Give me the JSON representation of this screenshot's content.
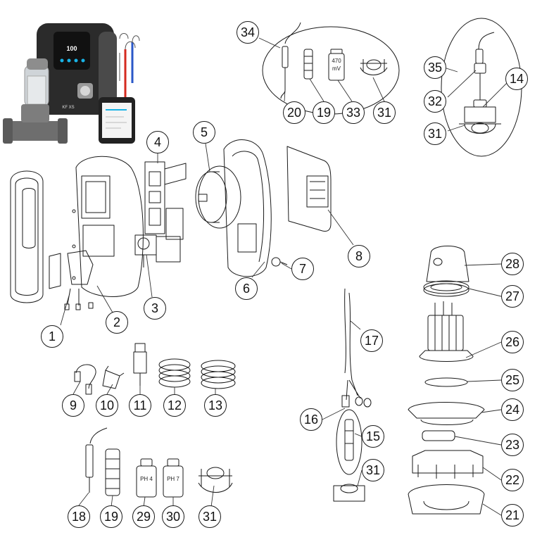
{
  "diagram": {
    "callouts": [
      {
        "id": "c34",
        "num": "34"
      },
      {
        "id": "c35",
        "num": "35"
      },
      {
        "id": "c14",
        "num": "14"
      },
      {
        "id": "c32",
        "num": "32"
      },
      {
        "id": "c31a",
        "num": "31"
      },
      {
        "id": "c20",
        "num": "20"
      },
      {
        "id": "c19a",
        "num": "19"
      },
      {
        "id": "c33",
        "num": "33"
      },
      {
        "id": "c31b",
        "num": "31"
      },
      {
        "id": "c4",
        "num": "4"
      },
      {
        "id": "c5",
        "num": "5"
      },
      {
        "id": "c8",
        "num": "8"
      },
      {
        "id": "c7",
        "num": "7"
      },
      {
        "id": "c6",
        "num": "6"
      },
      {
        "id": "c3",
        "num": "3"
      },
      {
        "id": "c2",
        "num": "2"
      },
      {
        "id": "c1",
        "num": "1"
      },
      {
        "id": "c28",
        "num": "28"
      },
      {
        "id": "c27",
        "num": "27"
      },
      {
        "id": "c17",
        "num": "17"
      },
      {
        "id": "c26",
        "num": "26"
      },
      {
        "id": "c25",
        "num": "25"
      },
      {
        "id": "c24",
        "num": "24"
      },
      {
        "id": "c16",
        "num": "16"
      },
      {
        "id": "c15",
        "num": "15"
      },
      {
        "id": "c23",
        "num": "23"
      },
      {
        "id": "c31c",
        "num": "31"
      },
      {
        "id": "c22",
        "num": "22"
      },
      {
        "id": "c21",
        "num": "21"
      },
      {
        "id": "c9",
        "num": "9"
      },
      {
        "id": "c10",
        "num": "10"
      },
      {
        "id": "c11",
        "num": "11"
      },
      {
        "id": "c12",
        "num": "12"
      },
      {
        "id": "c13",
        "num": "13"
      },
      {
        "id": "c18",
        "num": "18"
      },
      {
        "id": "c19b",
        "num": "19"
      },
      {
        "id": "c29",
        "num": "29"
      },
      {
        "id": "c30",
        "num": "30"
      },
      {
        "id": "c31d",
        "num": "31"
      }
    ],
    "product_labels": {
      "screen_value": "100",
      "model_text": "KF XS",
      "bottle_470": "470",
      "bottle_470_unit": "mV",
      "bottle_ph4": "PH 4",
      "bottle_ph7": "PH 7"
    },
    "colors": {
      "line": "#1a1a1a",
      "device_body": "#2b2b2b",
      "screen": "#111111",
      "accent_led": "#19b3e6",
      "probe_red": "#d42a1f",
      "probe_blue": "#2a57c8",
      "cell_clear": "#cfd4d8"
    }
  }
}
